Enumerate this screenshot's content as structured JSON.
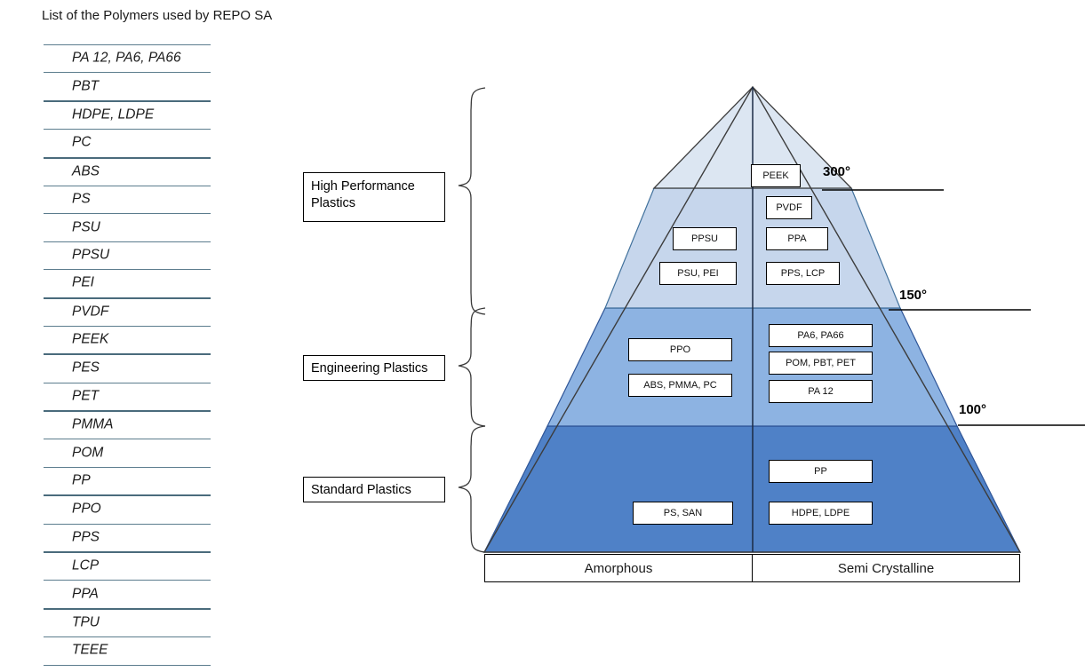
{
  "page": {
    "title": "List of the Polymers used by REPO SA"
  },
  "polymer_list": {
    "items": [
      {
        "label": "PA 12, PA6, PA66",
        "rule": "thin"
      },
      {
        "label": "PBT",
        "rule": "thick"
      },
      {
        "label": "HDPE, LDPE",
        "rule": "thin"
      },
      {
        "label": "PC",
        "rule": "thick"
      },
      {
        "label": "ABS",
        "rule": "thin"
      },
      {
        "label": "PS",
        "rule": "thin"
      },
      {
        "label": "PSU",
        "rule": "thin"
      },
      {
        "label": "PPSU",
        "rule": "thin"
      },
      {
        "label": "PEI",
        "rule": "thick"
      },
      {
        "label": "PVDF",
        "rule": "thin"
      },
      {
        "label": "PEEK",
        "rule": "thick"
      },
      {
        "label": "PES",
        "rule": "thin"
      },
      {
        "label": "PET",
        "rule": "thick"
      },
      {
        "label": "PMMA",
        "rule": "thin"
      },
      {
        "label": "POM",
        "rule": "thin"
      },
      {
        "label": "PP",
        "rule": "thick"
      },
      {
        "label": "PPO",
        "rule": "thin"
      },
      {
        "label": "PPS",
        "rule": "thick"
      },
      {
        "label": "LCP",
        "rule": "thin"
      },
      {
        "label": "PPA",
        "rule": "thick"
      },
      {
        "label": "TPU",
        "rule": "thin"
      },
      {
        "label": "TEEE",
        "rule": "thin"
      }
    ]
  },
  "categories": [
    {
      "label": "High Performance Plastics"
    },
    {
      "label": "Engineering Plastics"
    },
    {
      "label": "Standard Plastics"
    }
  ],
  "pyramid": {
    "tiers": [
      {
        "name": "High Performance Plastics",
        "color": "#DCE6F2",
        "amorphous": [
          "PPSU",
          "PSU, PEI"
        ],
        "semi_crystalline": [
          "PEEK",
          "PVDF",
          "PPA",
          "PPS, LCP"
        ]
      },
      {
        "name": "Engineering Plastics",
        "color": "#8DB3E2",
        "amorphous": [
          "PPO",
          "ABS, PMMA, PC"
        ],
        "semi_crystalline": [
          "PA6, PA66",
          "POM, PBT, PET",
          "PA 12"
        ]
      },
      {
        "name": "Standard Plastics",
        "color": "#4F81C7",
        "amorphous": [
          "PS, SAN"
        ],
        "semi_crystalline": [
          "PP",
          "HDPE, LDPE"
        ]
      }
    ],
    "boxes": {
      "peek": "PEEK",
      "pvdf": "PVDF",
      "ppsu": "PPSU",
      "ppa": "PPA",
      "psu_pei": "PSU, PEI",
      "pps_lcp": "PPS, LCP",
      "pa6_pa66": "PA6, PA66",
      "ppo": "PPO",
      "pom_pbt_pet": "POM, PBT, PET",
      "abs_pmma_pc": "ABS, PMMA, PC",
      "pa12": "PA 12",
      "pp": "PP",
      "ps_san": "PS, SAN",
      "hdpe_ldpe": "HDPE, LDPE"
    },
    "columns": {
      "left": "Amorphous",
      "right": "Semi Crystalline"
    }
  },
  "temperature_markers": [
    {
      "value": "300°"
    },
    {
      "value": "150°"
    },
    {
      "value": "100°"
    }
  ]
}
